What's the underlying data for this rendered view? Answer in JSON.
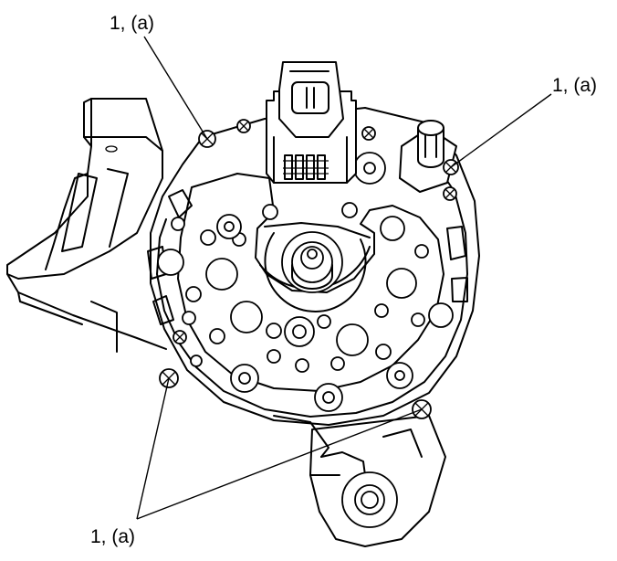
{
  "callouts": {
    "top_left": "1, (a)",
    "top_right": "1, (a)",
    "bottom_left": "1, (a)"
  },
  "colors": {
    "line": "#000000",
    "background": "#ffffff"
  }
}
